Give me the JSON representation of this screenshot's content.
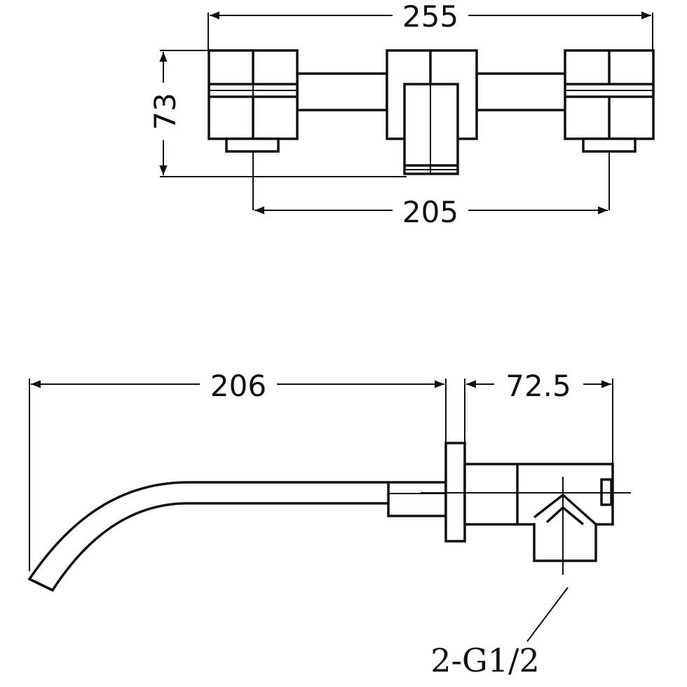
{
  "top_view": {
    "dim_overall_width": "255",
    "dim_height": "73",
    "dim_handle_centers": "205"
  },
  "side_view": {
    "dim_spout_projection": "206",
    "dim_body_depth": "72.5",
    "connection_label": "2-G1/2"
  }
}
